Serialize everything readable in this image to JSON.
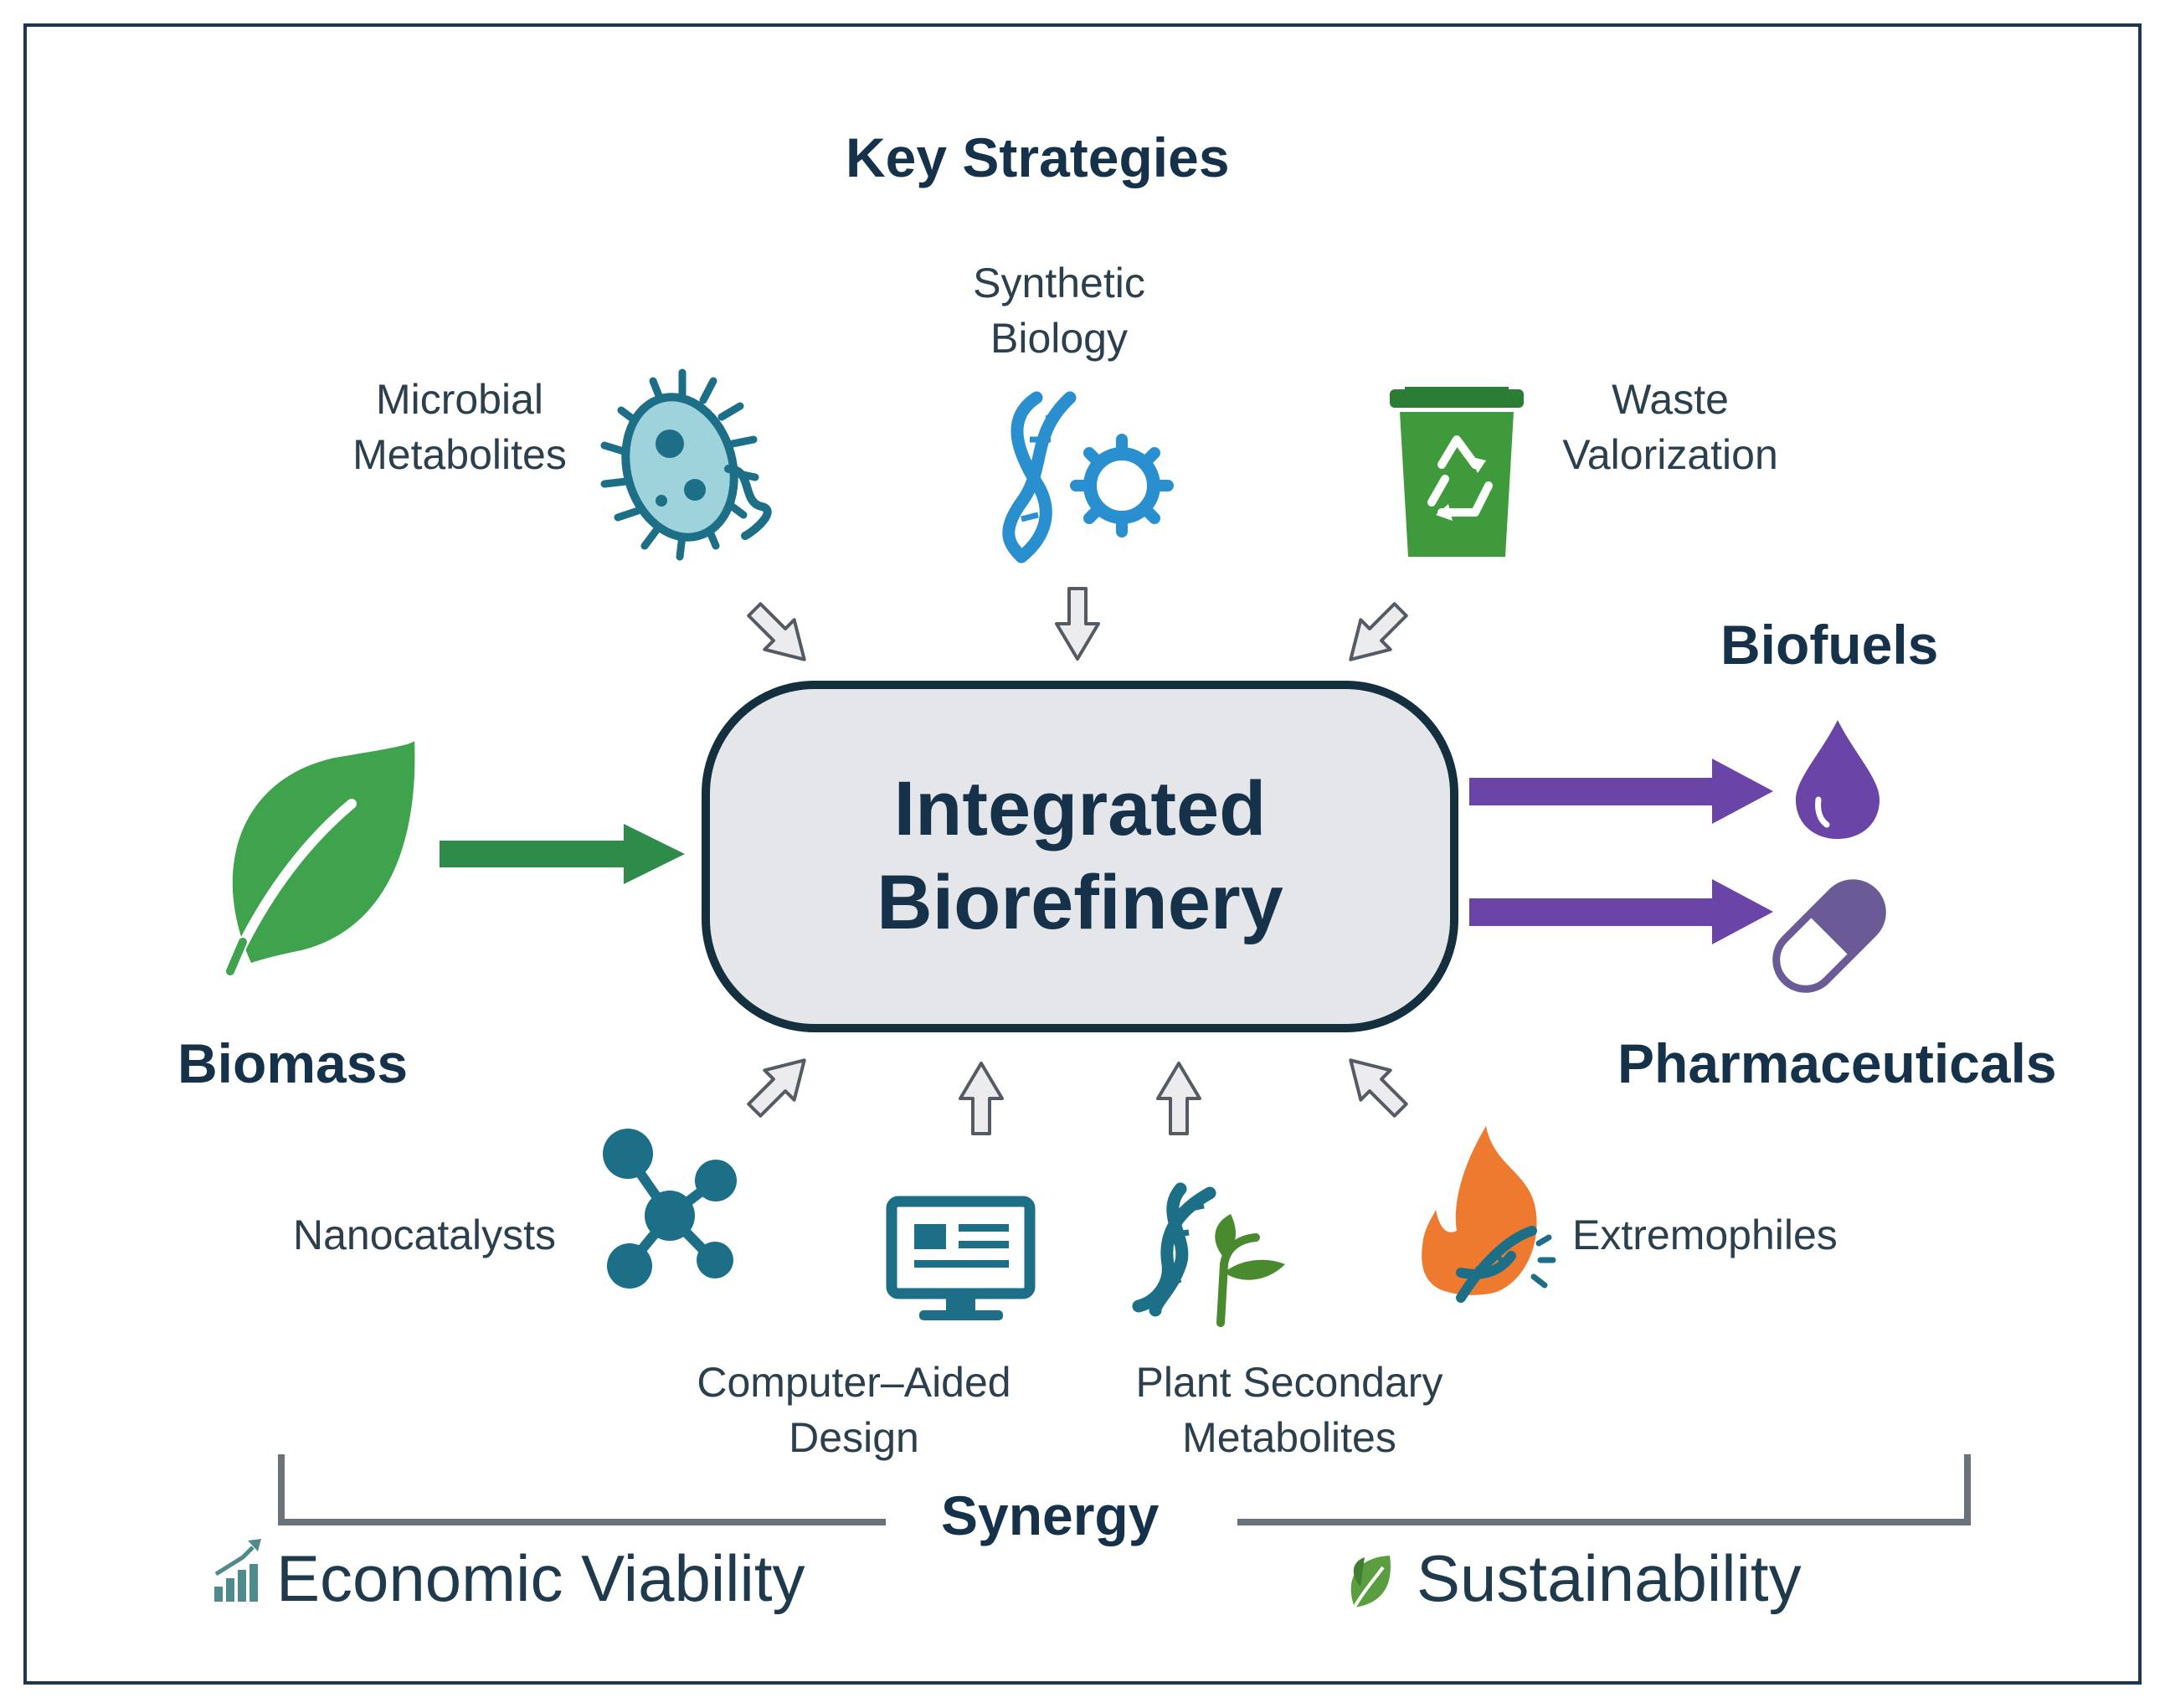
{
  "title": "Key Strategies",
  "hub": {
    "line1": "Integrated",
    "line2": "Biorefinery"
  },
  "input": {
    "label": "Biomass"
  },
  "outputs": [
    {
      "label": "Biofuels"
    },
    {
      "label": "Pharmaceuticals"
    }
  ],
  "strategies_top": [
    {
      "line1": "Microbial",
      "line2": "Metabolites",
      "icon": "bacterium-icon"
    },
    {
      "line1": "Synthetic",
      "line2": "Biology",
      "icon": "dna-gear-icon"
    },
    {
      "line1": "Waste",
      "line2": "Valorization",
      "icon": "recycle-bin-icon"
    }
  ],
  "strategies_bottom": [
    {
      "line1": "Nanocatalysts",
      "icon": "molecule-network-icon"
    },
    {
      "line1": "Computer–Aided",
      "line2": "Design",
      "icon": "computer-monitor-icon"
    },
    {
      "line1": "Plant Secondary",
      "line2": "Metabolites",
      "icon": "dna-plant-icon"
    },
    {
      "line1": "Extremophiles",
      "icon": "flame-dna-icon"
    }
  ],
  "synergy": {
    "label": "Synergy"
  },
  "footer": {
    "left": "Economic Viability",
    "right": "Sustainability"
  },
  "colors": {
    "navy": "#16324a",
    "teal": "#1c6f86",
    "blue": "#2a8fcf",
    "green": "#3c9a49",
    "purple": "#6a44a6",
    "hub_fill": "#e4e6ea",
    "arrow_gray": "#e7e8ea"
  }
}
